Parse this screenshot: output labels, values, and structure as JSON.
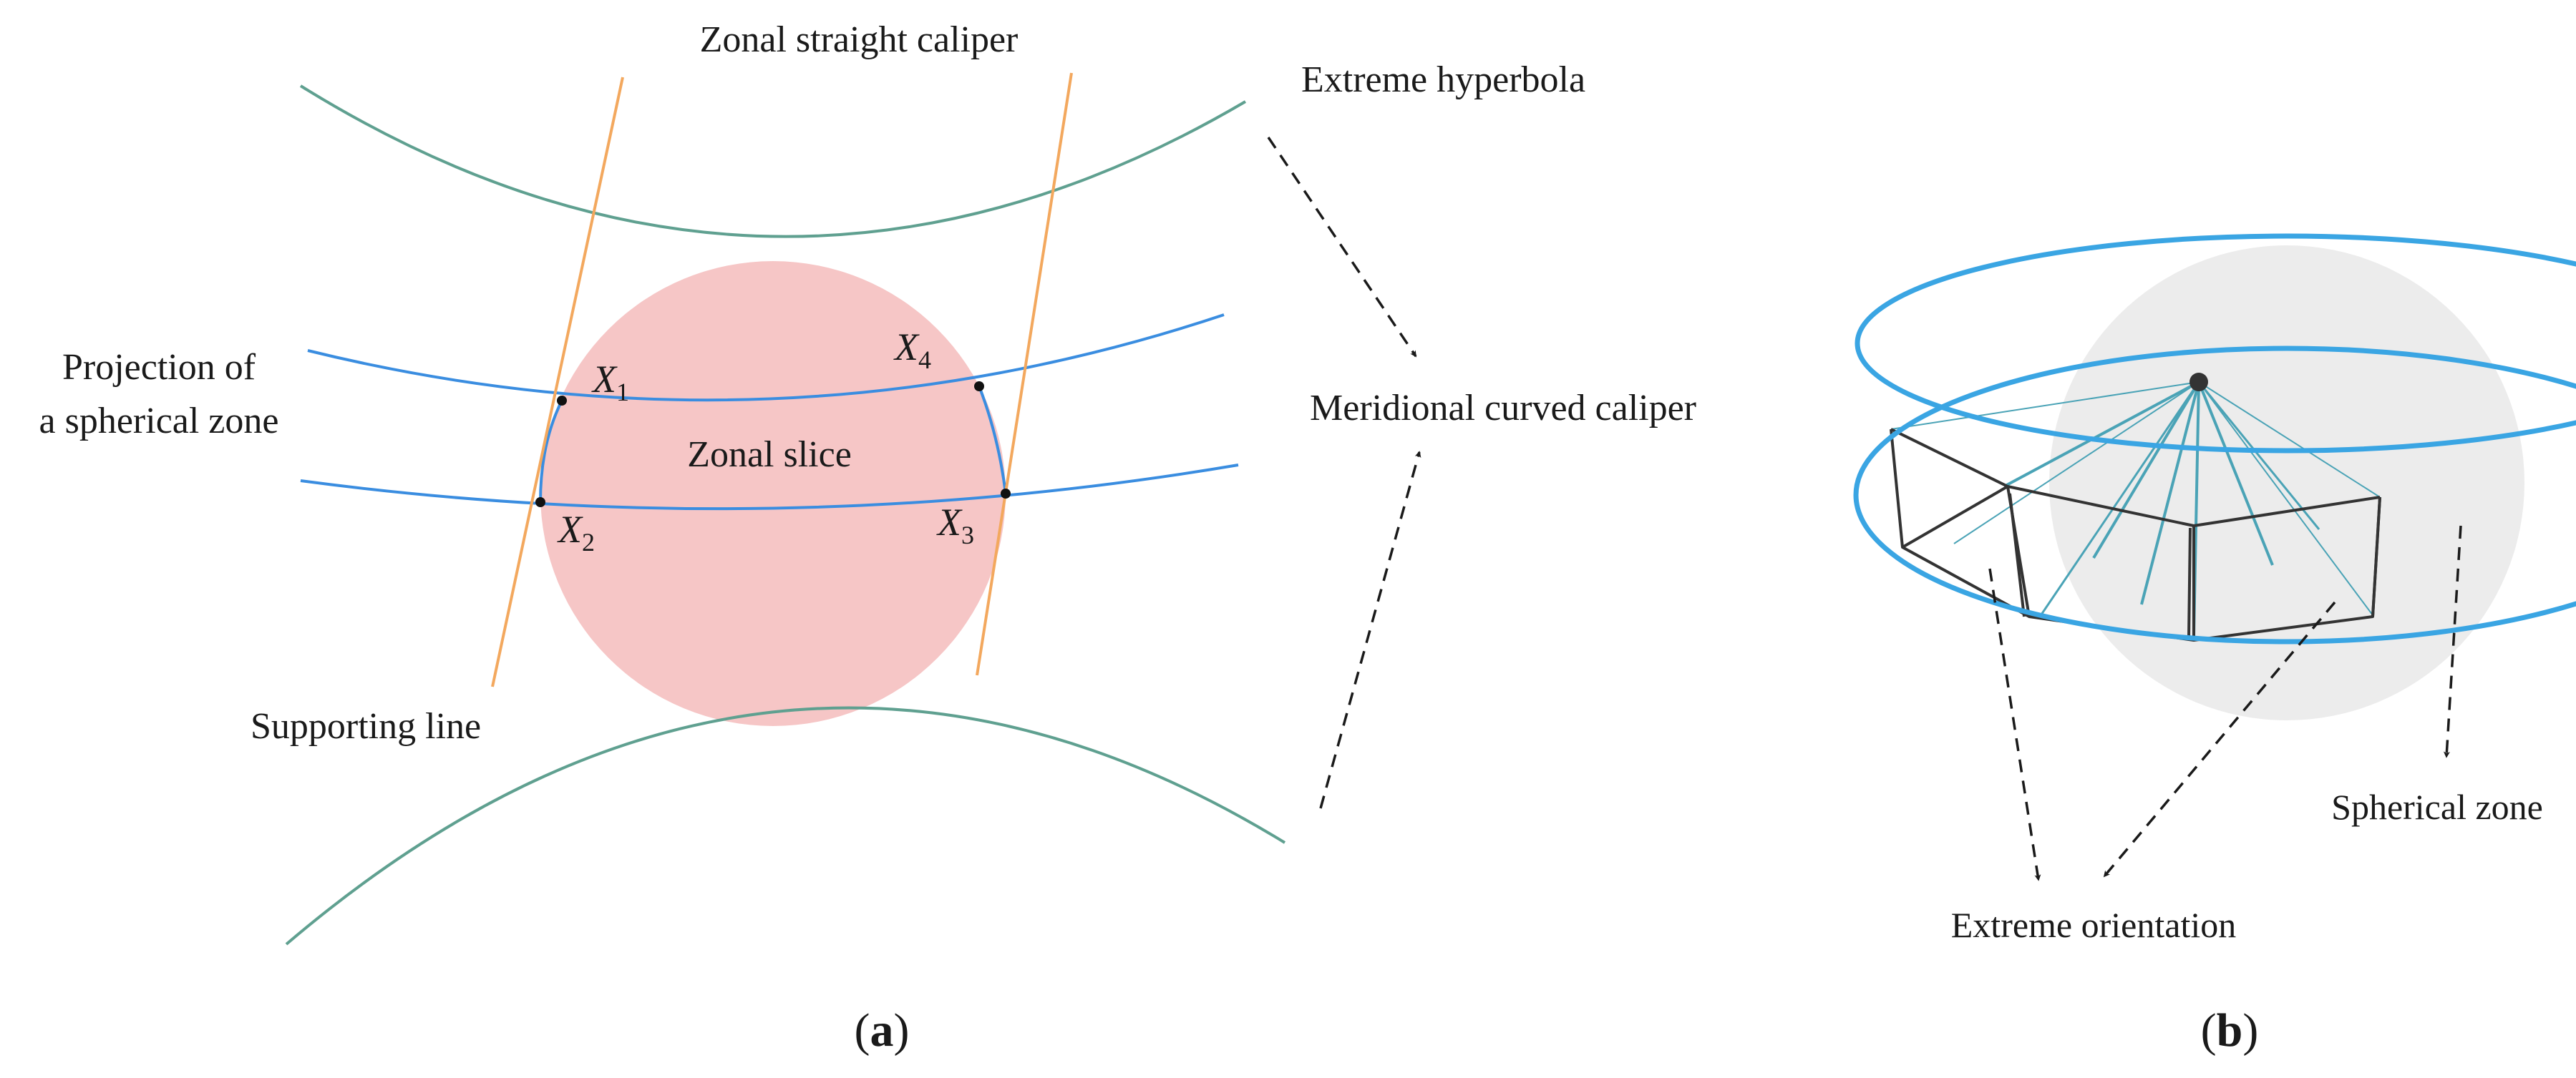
{
  "panel_a": {
    "caption_open": "(",
    "caption_letter": "a",
    "caption_close": ")",
    "labels": {
      "zonal_straight_caliper": "Zonal straight caliper",
      "extreme_hyperbola": "Extreme hyperbola",
      "projection_line1": "Projection of",
      "projection_line2": "a spherical zone",
      "zonal_slice": "Zonal slice",
      "meridional_curved_caliper": "Meridional curved caliper",
      "supporting_line": "Supporting line"
    },
    "points": [
      {
        "base": "X",
        "sub": "1"
      },
      {
        "base": "X",
        "sub": "2"
      },
      {
        "base": "X",
        "sub": "3"
      },
      {
        "base": "X",
        "sub": "4"
      }
    ]
  },
  "panel_b": {
    "caption_open": "(",
    "caption_letter": "b",
    "caption_close": ")",
    "labels": {
      "spherical_zone": "Spherical zone",
      "extreme_orientation": "Extreme orientation"
    }
  },
  "colors": {
    "hyperbola": "#5fa090",
    "zone_curve": "#3a8de0",
    "supporting_line": "#f3a85e",
    "slice_fill": "#f6c6c6",
    "sphere_fill": "#ececec",
    "zone_ring": "#3aa5e3",
    "polygon": "#333333",
    "spoke": "#4aa3b6"
  }
}
